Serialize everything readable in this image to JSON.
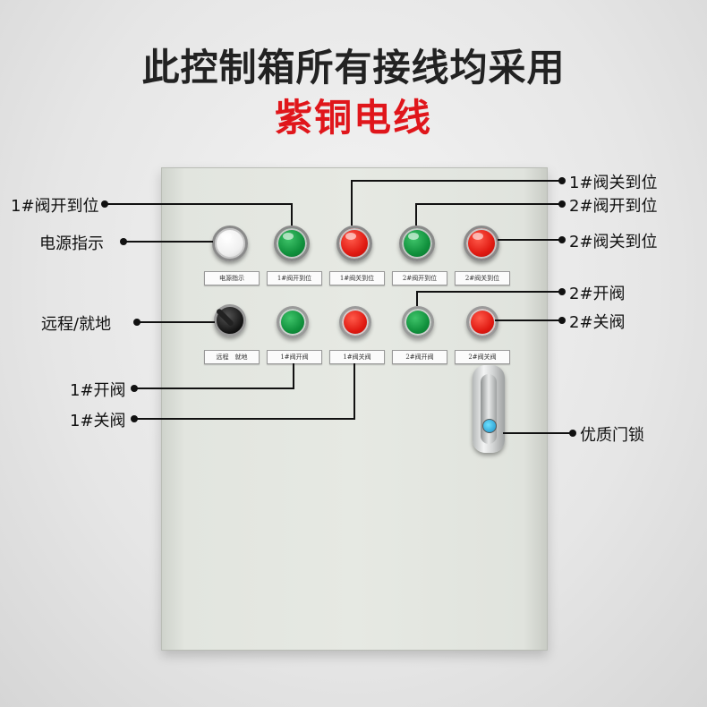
{
  "header": {
    "line1": "此控制箱所有接线均采用",
    "line2": "紫铜电线"
  },
  "tags": {
    "power": "电源指示",
    "v1_open_pos": "1#阀开到位",
    "v1_close_pos": "1#阀关到位",
    "v2_open_pos": "2#阀开到位",
    "v2_close_pos": "2#阀关到位",
    "remote_local": "远程　就地",
    "v1_open": "1#阀开阀",
    "v1_close": "1#阀关阀",
    "v2_open": "2#阀开阀",
    "v2_close": "2#阀关阀"
  },
  "callouts": {
    "v1_close_pos": "1#阀关到位",
    "v1_open_pos": "1#阀开到位",
    "v2_open_pos": "2#阀开到位",
    "power": "电源指示",
    "v2_close_pos": "2#阀关到位",
    "v2_open": "2#开阀",
    "remote_local": "远程/就地",
    "v2_close": "2#关阀",
    "v1_open": "1#开阀",
    "v1_close": "1#关阀",
    "lock": "优质门锁"
  },
  "colors": {
    "title": "#222222",
    "accent": "#e0161b",
    "lamp_green": "#10903c",
    "lamp_red": "#e01a12"
  }
}
